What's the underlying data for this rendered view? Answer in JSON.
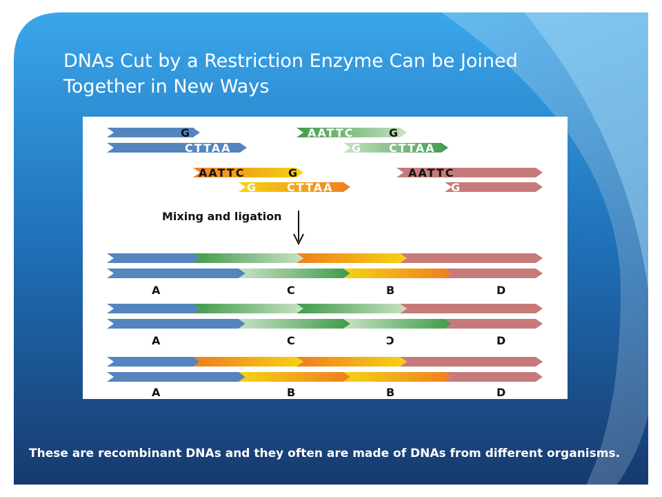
{
  "slide": {
    "title_lines": [
      "DNAs Cut by a Restriction Enzyme Can be Joined",
      "Together in New Ways"
    ],
    "caption": "These are recombinant DNAs and they often are made of DNAs from different organisms."
  },
  "figure": {
    "step_label": "Mixing and ligation",
    "colors": {
      "A": [
        "#5584bf",
        "#5584bf"
      ],
      "C": [
        "#3f9a4a",
        "#c9e2c4"
      ],
      "B": [
        "#ef7d22",
        "#f5d411"
      ],
      "D": [
        "#c77a7a",
        "#c77a7a"
      ]
    },
    "fragments": [
      {
        "id": "A",
        "top_text": "G",
        "bottom_text": "CTTAA"
      },
      {
        "id": "C",
        "top_text": "AATTC",
        "top_text2": "G",
        "bottom_text": "G",
        "bottom_text2": "CTTAA"
      },
      {
        "id": "B",
        "top_text": "AATTC",
        "top_text2": "G",
        "bottom_text": "G",
        "bottom_text2": "CTTAA"
      },
      {
        "id": "D",
        "top_text": "AATTC",
        "bottom_text": "G"
      }
    ],
    "products": [
      {
        "labels": [
          "A",
          "C",
          "B",
          "D"
        ]
      },
      {
        "labels": [
          "A",
          "C",
          "Ɔ",
          "D"
        ]
      },
      {
        "labels": [
          "A",
          "B",
          "B",
          "D"
        ]
      }
    ]
  }
}
